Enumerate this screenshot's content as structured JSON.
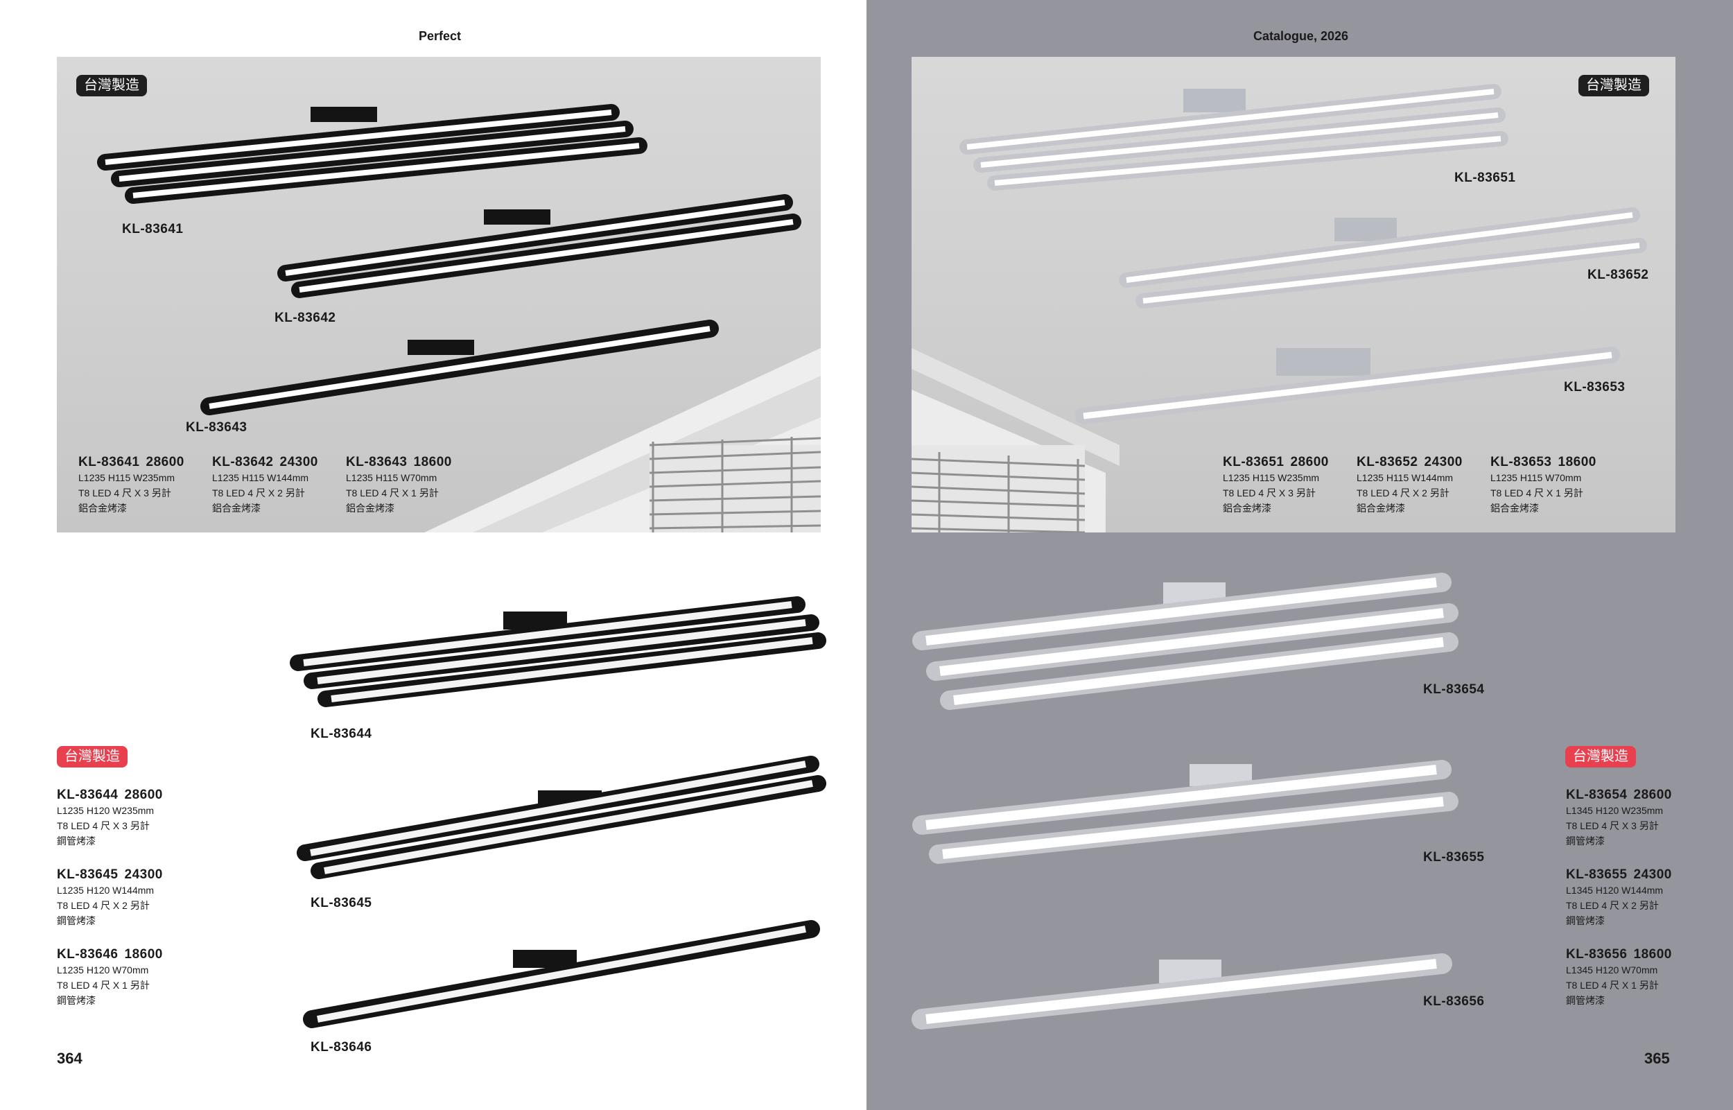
{
  "left": {
    "running_head": "Perfect",
    "page_number": "364",
    "badge_made_in_taiwan": "台灣製造",
    "photo_labels": [
      "KL-83641",
      "KL-83642",
      "KL-83643"
    ],
    "photo_specs": [
      {
        "model": "KL-83641",
        "price": "28600",
        "dims": "L1235 H115 W235mm",
        "lamp": "T8 LED 4 尺 X 3 另計",
        "finish": "鋁合金烤漆"
      },
      {
        "model": "KL-83642",
        "price": "24300",
        "dims": "L1235 H115 W144mm",
        "lamp": "T8 LED 4 尺 X 2 另計",
        "finish": "鋁合金烤漆"
      },
      {
        "model": "KL-83643",
        "price": "18600",
        "dims": "L1235 H115 W70mm",
        "lamp": "T8 LED 4 尺 X 1 另計",
        "finish": "鋁合金烤漆"
      }
    ],
    "product_labels": [
      "KL-83644",
      "KL-83645",
      "KL-83646"
    ],
    "badge_red": "台灣製造",
    "specs": [
      {
        "model": "KL-83644",
        "price": "28600",
        "dims": "L1235 H120 W235mm",
        "lamp": "T8 LED 4 尺 X 3 另計",
        "finish": "鋼管烤漆"
      },
      {
        "model": "KL-83645",
        "price": "24300",
        "dims": "L1235 H120 W144mm",
        "lamp": "T8 LED 4 尺 X 2 另計",
        "finish": "鋼管烤漆"
      },
      {
        "model": "KL-83646",
        "price": "18600",
        "dims": "L1235 H120 W70mm",
        "lamp": "T8 LED 4 尺 X 1 另計",
        "finish": "鋼管烤漆"
      }
    ]
  },
  "right": {
    "running_head": "Catalogue, 2026",
    "page_number": "365",
    "badge_made_in_taiwan": "台灣製造",
    "photo_labels": [
      "KL-83651",
      "KL-83652",
      "KL-83653"
    ],
    "photo_specs": [
      {
        "model": "KL-83651",
        "price": "28600",
        "dims": "L1235 H115 W235mm",
        "lamp": "T8 LED 4 尺 X 3 另計",
        "finish": "鋁合金烤漆"
      },
      {
        "model": "KL-83652",
        "price": "24300",
        "dims": "L1235 H115 W144mm",
        "lamp": "T8 LED 4 尺 X 2 另計",
        "finish": "鋁合金烤漆"
      },
      {
        "model": "KL-83653",
        "price": "18600",
        "dims": "L1235 H115 W70mm",
        "lamp": "T8 LED 4 尺 X 1 另計",
        "finish": "鋁合金烤漆"
      }
    ],
    "product_labels": [
      "KL-83654",
      "KL-83655",
      "KL-83656"
    ],
    "badge_red": "台灣製造",
    "specs": [
      {
        "model": "KL-83654",
        "price": "28600",
        "dims": "L1345 H120 W235mm",
        "lamp": "T8 LED 4 尺 X 3 另計",
        "finish": "鋼管烤漆"
      },
      {
        "model": "KL-83655",
        "price": "24300",
        "dims": "L1345 H120 W144mm",
        "lamp": "T8 LED 4 尺 X 2 另計",
        "finish": "鋼管烤漆"
      },
      {
        "model": "KL-83656",
        "price": "18600",
        "dims": "L1345 H120 W70mm",
        "lamp": "T8 LED 4 尺 X 1 另計",
        "finish": "鋼管烤漆"
      }
    ]
  },
  "colors": {
    "right_page_background": "#95959d",
    "badge_red": "#e8404f",
    "badge_dark": "#1f1f1f",
    "fixture_black": "#141414",
    "fixture_silver": "#c4c6cc"
  }
}
